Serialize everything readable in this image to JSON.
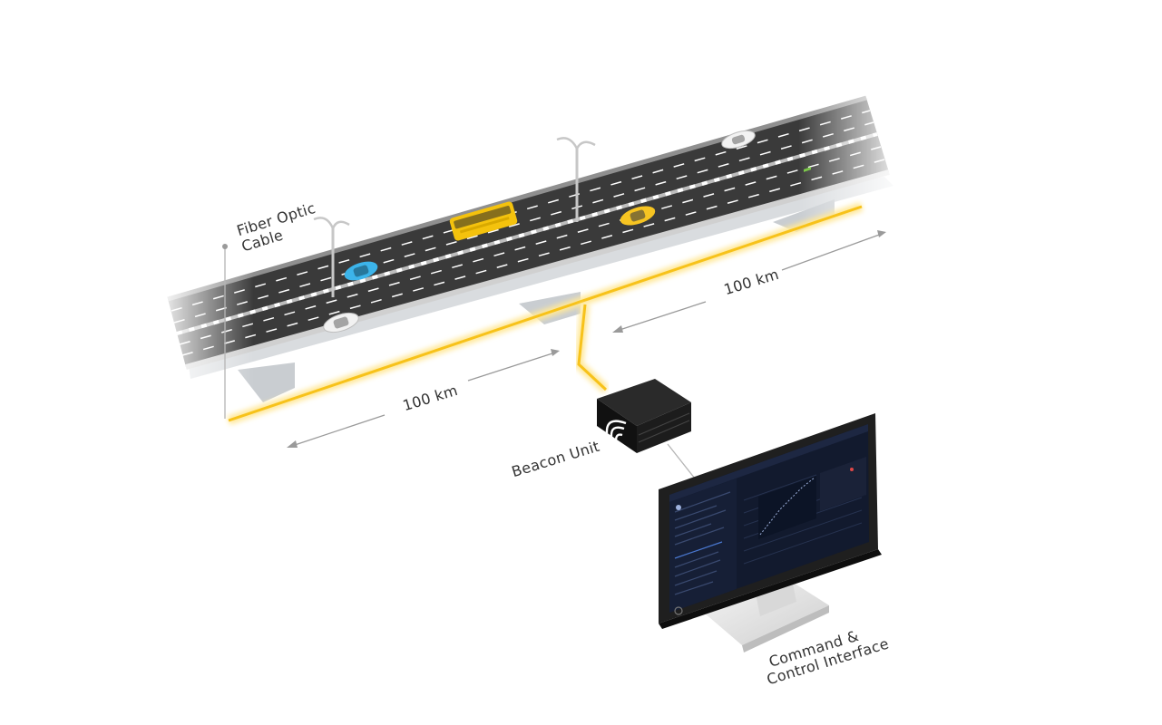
{
  "labels": {
    "fiber_cable_line1": "Fiber Optic",
    "fiber_cable_line2": "Cable",
    "distance_left": "100 km",
    "distance_right": "100 km",
    "beacon_unit": "Beacon Unit",
    "command_line1": "Command &",
    "command_line2": "Control Interface"
  },
  "colors": {
    "fiber": "#f7c21a",
    "fiber_glow": "#ffe89a",
    "road": "#3b3b3b",
    "bus": "#f4c20d",
    "taxi": "#f6c422",
    "car_blue": "#3cb4ea",
    "car_white": "#f2f2f2",
    "arrow": "#9a9a9a",
    "text": "#333333",
    "screen_bg": "#121a2e"
  }
}
